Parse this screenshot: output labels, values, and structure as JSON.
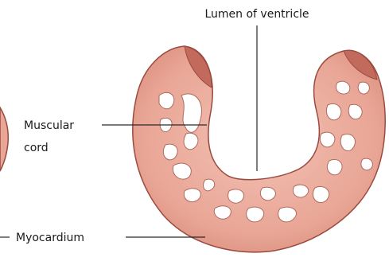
{
  "labels": {
    "lumen": "Lumen of ventricle",
    "muscular_line1": "Muscular",
    "muscular_line2": "cord",
    "myocardium": "Myocardium"
  },
  "colors": {
    "tissue": "#e9a696",
    "tissue_dark": "#c26b5c",
    "outline": "#9a4a3e",
    "cavity": "#ffffff",
    "leader_line": "#2a2a2a"
  }
}
